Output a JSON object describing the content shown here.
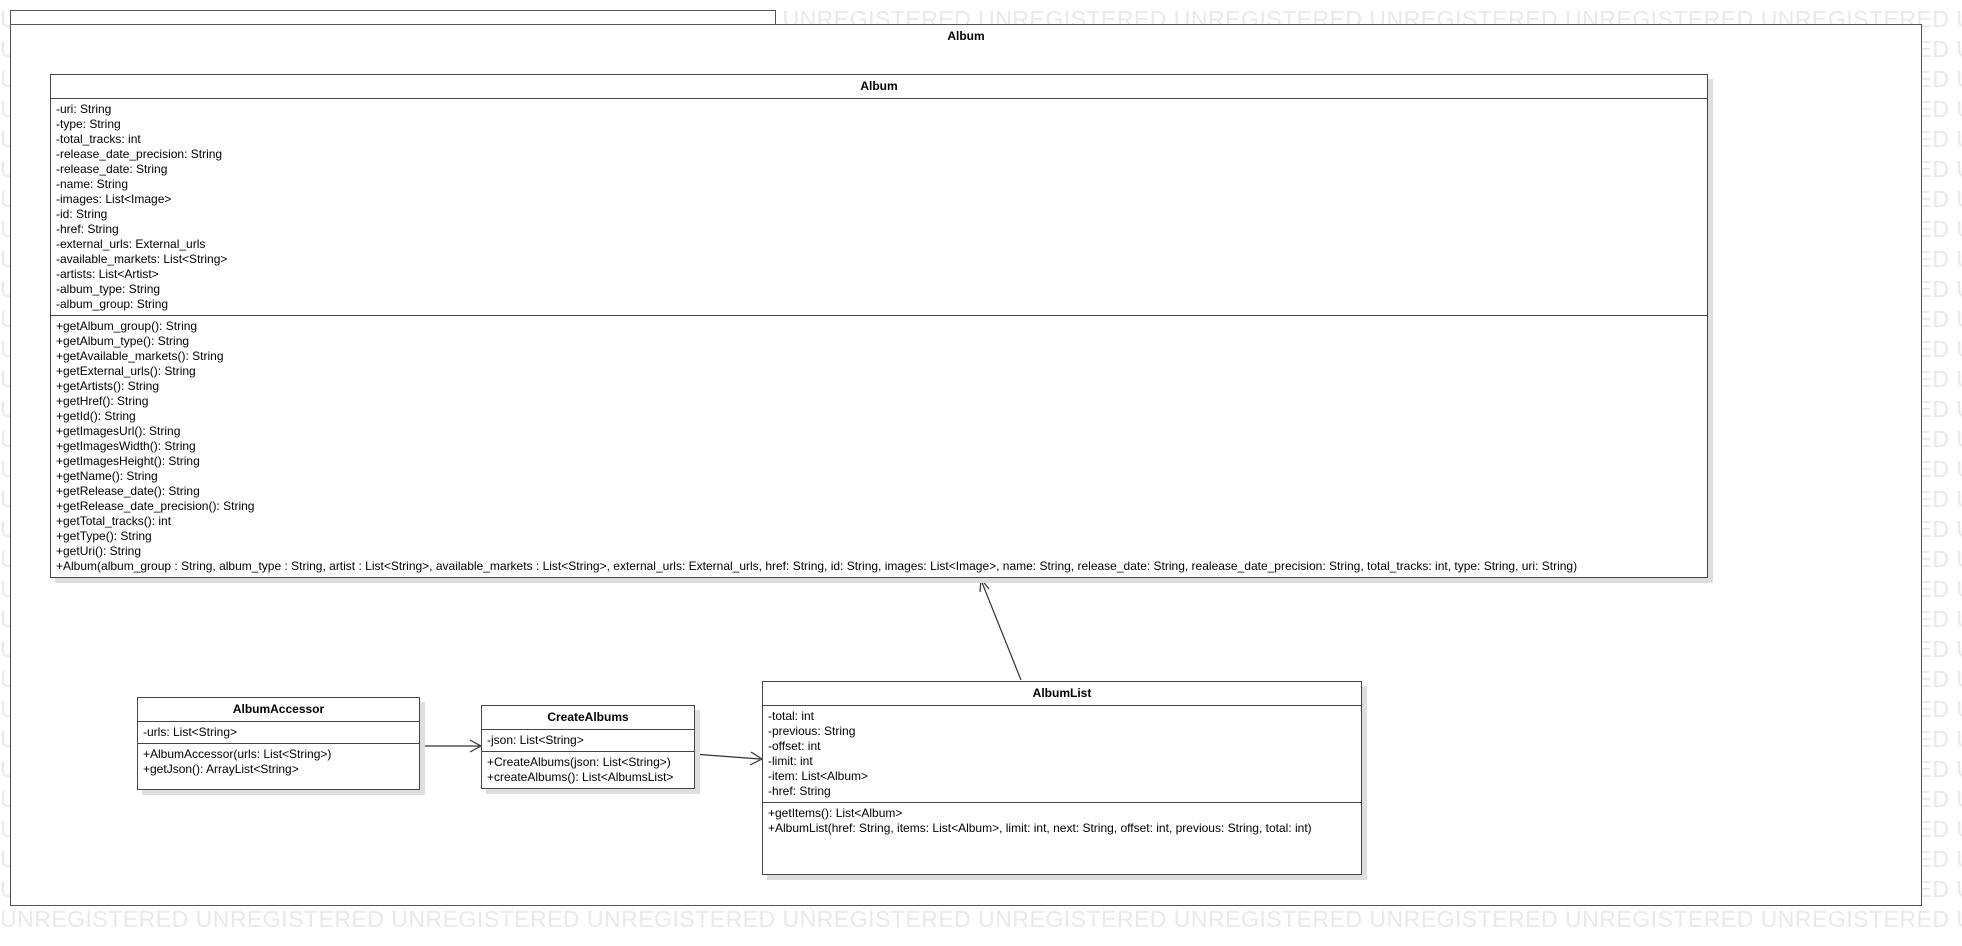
{
  "watermark": "UNREGISTERED UNREGISTERED UNREGISTERED UNREGISTERED UNREGISTERED UNREGISTERED UNREGISTERED UNREGISTERED UNREGISTERED UNREGISTERED UNREGISTERED UNREGISTERED",
  "package": {
    "title": "Album"
  },
  "classes": {
    "album": {
      "name": "Album",
      "attributes": [
        "-uri: String",
        "-type: String",
        "-total_tracks: int",
        "-release_date_precision: String",
        "-release_date: String",
        "-name: String",
        "-images: List<Image>",
        "-id: String",
        "-href: String",
        "-external_urls: External_urls",
        "-available_markets: List<String>",
        "-artists: List<Artist>",
        "-album_type: String",
        "-album_group: String"
      ],
      "methods": [
        "+getAlbum_group(): String",
        "+getAlbum_type(): String",
        "+getAvailable_markets(): String",
        "+getExternal_urls(): String",
        "+getArtists(): String",
        "+getHref(): String",
        "+getId(): String",
        "+getImagesUrl(): String",
        "+getImagesWidth(): String",
        "+getImagesHeight(): String",
        "+getName(): String",
        "+getRelease_date(): String",
        "+getRelease_date_precision(): String",
        "+getTotal_tracks(): int",
        "+getType(): String",
        "+getUri(): String",
        "+Album(album_group : String, album_type : String, artist : List<String>, available_markets : List<String>, external_urls: External_urls, href: String, id: String, images: List<Image>, name: String, release_date: String, realease_date_precision: String, total_tracks: int, type: String, uri: String)"
      ]
    },
    "album_accessor": {
      "name": "AlbumAccessor",
      "attributes": [
        "-urls: List<String>"
      ],
      "methods": [
        "+AlbumAccessor(urls: List<String>)",
        "+getJson(): ArrayList<String>"
      ]
    },
    "create_albums": {
      "name": "CreateAlbums",
      "attributes": [
        "-json: List<String>"
      ],
      "methods": [
        "+CreateAlbums(json: List<String>)",
        "+createAlbums(): List<AlbumsList>"
      ]
    },
    "album_list": {
      "name": "AlbumList",
      "attributes": [
        "-total: int",
        "-previous: String",
        "-offset: int",
        "-limit: int",
        "-item: List<Album>",
        "-href: String"
      ],
      "methods": [
        "+getItems(): List<Album>",
        "+AlbumList(href: String, items: List<Album>, limit: int, next: String, offset: int, previous: String, total: int)"
      ]
    }
  }
}
